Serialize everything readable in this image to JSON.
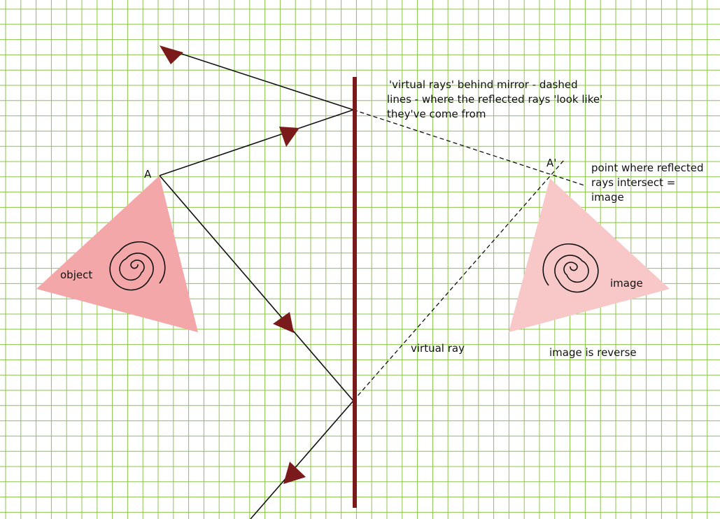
{
  "colors": {
    "grid": "#8bc34a",
    "mirror": "#7b1a1a",
    "arrow": "#7b1a1a",
    "object_fill": "#f4a7a9",
    "image_fill": "#f8c7c8",
    "ray": "#111111",
    "background": "#ffffff"
  },
  "labels": {
    "point_a": "A",
    "point_a_prime": "A'",
    "object": "object",
    "image": "image",
    "virtual_rays_note": [
      "'virtual rays' behind mirror - dashed",
      "lines - where the reflected rays 'look like'",
      "they've come from"
    ],
    "intersect_note": [
      "point where reflected",
      "rays intersect =",
      "image"
    ],
    "virtual_ray": "virtual ray",
    "image_reverse": "image is reverse"
  }
}
